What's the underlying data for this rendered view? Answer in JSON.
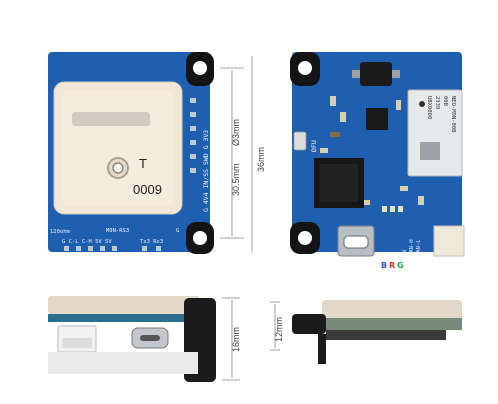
{
  "dimensions": {
    "width_label": "30.5mm",
    "hole_label": "Ø3mm",
    "length_label": "36mm",
    "height_label": "16mm",
    "height_small_label": "12mm"
  },
  "top_board": {
    "antenna_label_t": "T",
    "antenna_label_num": "0009",
    "silk_pins_right": "G 4V4 IN/SS SWD G 3V3",
    "silk_bottom_left": "120ohm",
    "silk_model": "M9N-RS3",
    "silk_pins_bottom": "G C-L C-H 5V 5V",
    "silk_rx_tx": "Tx3 Rx3",
    "silk_g": "G"
  },
  "bottom_board": {
    "dfu_label": "DFU",
    "can_labels": [
      "5V",
      "CAN-H",
      "CAN-L",
      "G"
    ],
    "led_labels": [
      "B",
      "R",
      "G"
    ],
    "led_colors": [
      "#2a56d6",
      "#d83030",
      "#2aa84a"
    ],
    "module_text": [
      "NEO-M9N-00B",
      "00B",
      "2339",
      "UBX0000"
    ]
  },
  "colors": {
    "pcb_blue": "#1e5fb0",
    "antenna_cream": "#f2e6d6",
    "mount_black": "#141414"
  }
}
